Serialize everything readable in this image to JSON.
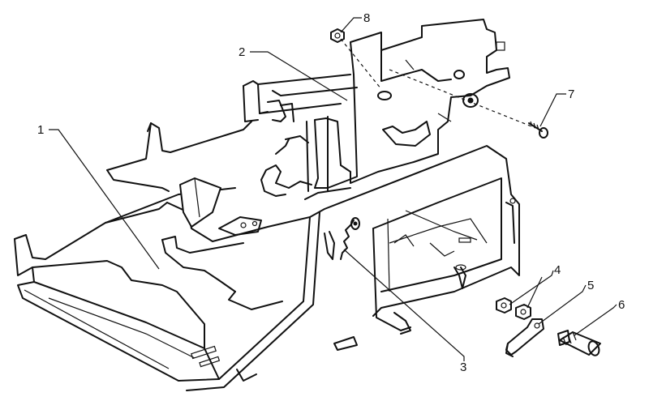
{
  "diagram": {
    "callouts": [
      {
        "id": "1",
        "text": "1"
      },
      {
        "id": "2",
        "text": "2"
      },
      {
        "id": "3",
        "text": "3"
      },
      {
        "id": "4",
        "text": "4"
      },
      {
        "id": "5",
        "text": "5"
      },
      {
        "id": "6",
        "text": "6"
      },
      {
        "id": "7",
        "text": "7"
      },
      {
        "id": "8",
        "text": "8"
      }
    ],
    "colors": {
      "ink": "#111111",
      "paper": "#ffffff",
      "stipple": "#555555"
    }
  }
}
